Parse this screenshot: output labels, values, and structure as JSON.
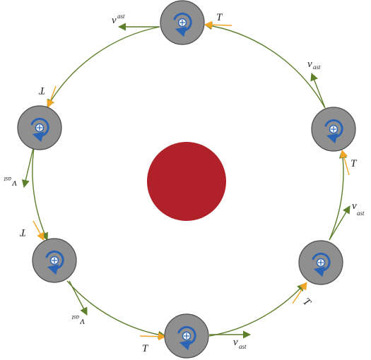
{
  "colors": {
    "orbit": "#5e7f2c",
    "velocity_arrow": "#5e7f2c",
    "tension_arrow": "#f2a626",
    "planet": "#b0212a",
    "module_fill": "#8f8f8f",
    "module_stroke": "#4a4a4a",
    "rotation_icon": "#2b64b4"
  },
  "icons": {
    "module": "satellite-circle",
    "rotation": "rotation-arrow-icon",
    "hub": "crosshair-hub-icon"
  },
  "labels": {
    "tension": "T",
    "velocity_main": "v",
    "velocity_sub": "ast"
  }
}
